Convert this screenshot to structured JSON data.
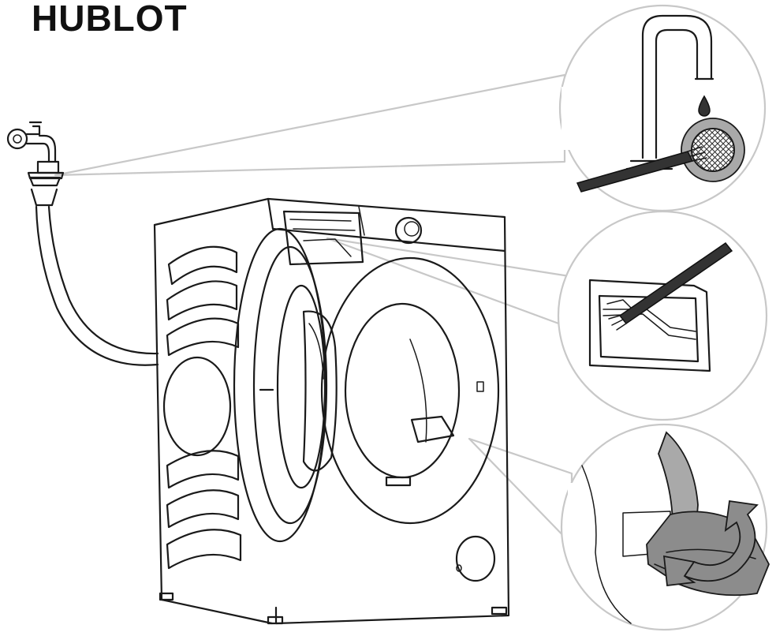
{
  "title": "HUBLOT",
  "colors": {
    "line": "#1a1a1a",
    "callout_outline": "#c8c8c8",
    "gray_fill": "#8c8c8c",
    "dark_fill": "#333333"
  },
  "parts": {
    "faucet": "faucet-icon",
    "inlet_hose": "inlet-hose",
    "washing_machine": "washing-machine",
    "door": "open-door",
    "detergent_drawer": "detergent-drawer",
    "drain_filter_cover": "drain-filter-cover"
  },
  "callouts": [
    {
      "name": "callout-inlet-filter",
      "shows": [
        "tap-icon",
        "water-drop-icon",
        "mesh-filter-icon",
        "brush-icon"
      ]
    },
    {
      "name": "callout-drawer-cleaning",
      "shows": [
        "drawer-icon",
        "brush-icon"
      ]
    },
    {
      "name": "callout-drain-filter",
      "shows": [
        "filter-knob-icon",
        "rotate-arrow-icon"
      ]
    }
  ]
}
